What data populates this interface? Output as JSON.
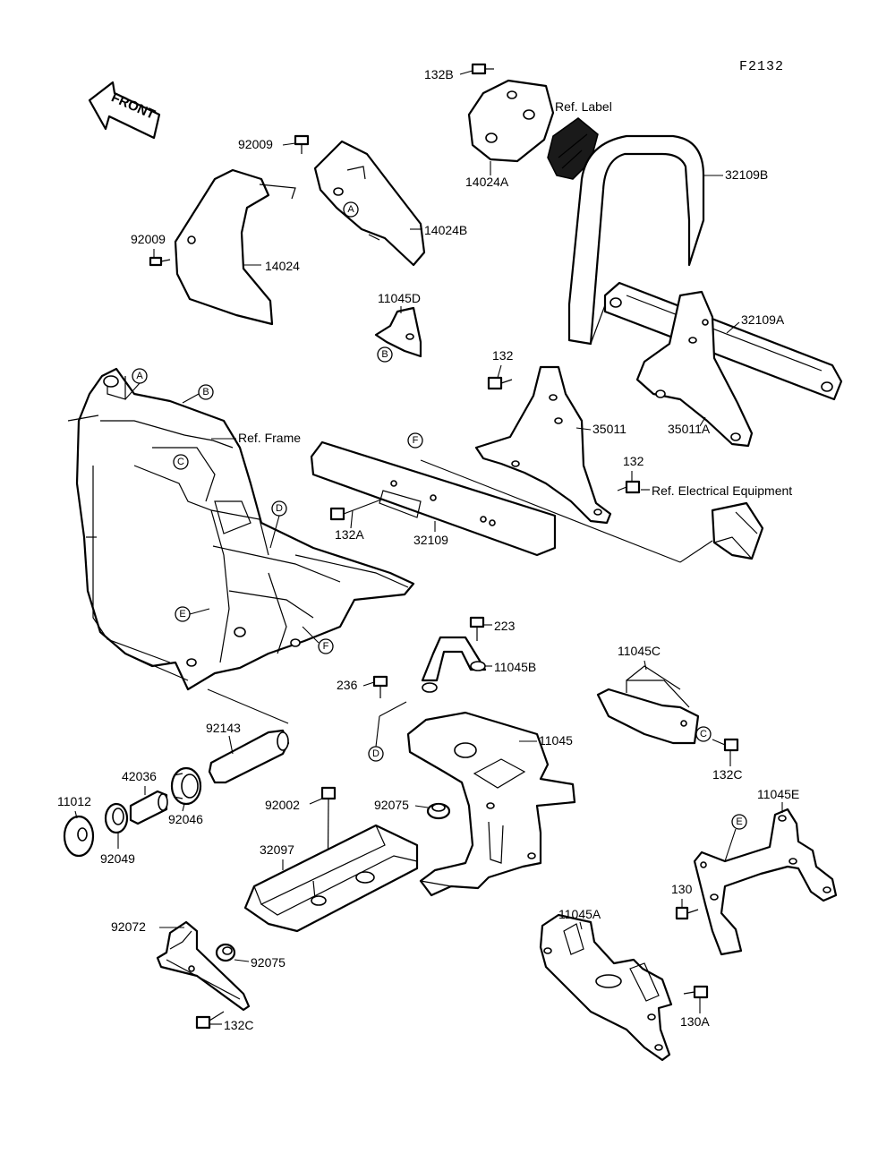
{
  "figure_code": "F2132",
  "front_label": "FRONT",
  "refs": {
    "label": "Ref. Label",
    "frame": "Ref. Frame",
    "electrical": "Ref. Electrical Equipment"
  },
  "callouts": [
    "A",
    "B",
    "C",
    "D",
    "E",
    "F"
  ],
  "parts": {
    "p132B": "132B",
    "p14024A": "14024A",
    "p32109B": "32109B",
    "p92009_top": "92009",
    "p14024B": "14024B",
    "p92009_mid": "92009",
    "p14024": "14024",
    "p11045D": "11045D",
    "p32109A": "32109A",
    "p132_top": "132",
    "p35011": "35011",
    "p35011A": "35011A",
    "p132_mid": "132",
    "p132A": "132A",
    "p32109": "32109",
    "p223": "223",
    "p11045B": "11045B",
    "p11045C": "11045C",
    "p236": "236",
    "p11045": "11045",
    "p92143": "92143",
    "p42036": "42036",
    "p11012": "11012",
    "p92046": "92046",
    "p92049": "92049",
    "p92002": "92002",
    "p92075_top": "92075",
    "p32097": "32097",
    "p132C_right": "132C",
    "p11045E": "11045E",
    "p130": "130",
    "p11045A": "11045A",
    "p92072": "92072",
    "p92075_bot": "92075",
    "p130A": "130A",
    "p132C_bot": "132C"
  }
}
